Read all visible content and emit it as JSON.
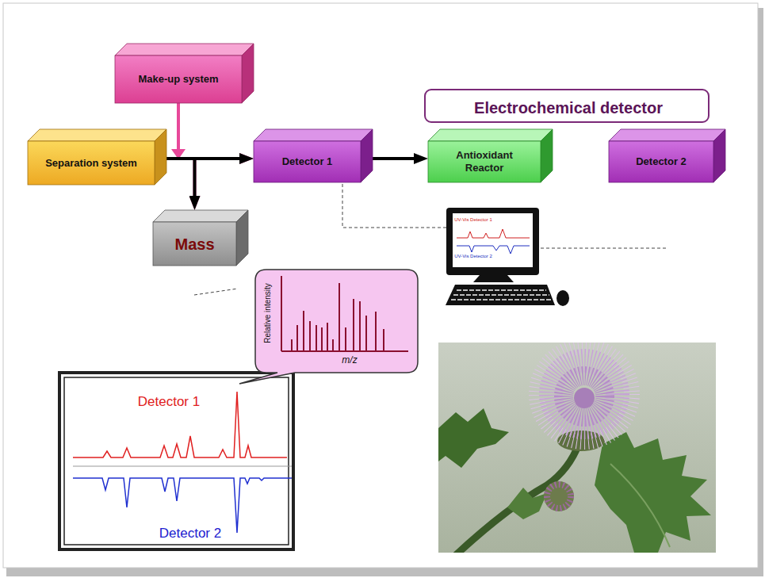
{
  "diagram": {
    "nodes": [
      {
        "text": [
          "Make-up system"
        ]
      },
      {
        "text": [
          "Electrochemical detector"
        ]
      },
      {
        "text": [
          "Separation system"
        ]
      },
      {
        "text": [
          "Detector 1"
        ]
      },
      {
        "text": [
          "Antioxidant Reactor"
        ]
      },
      {
        "text": [
          "Detector 2"
        ]
      },
      {
        "text": [
          "Mass"
        ]
      }
    ],
    "edges": [
      {
        "from": 0,
        "to": 3,
        "arrow": "to"
      },
      {
        "from": 0,
        "to": 6,
        "arrow": "to"
      },
      {
        "from": 2,
        "to": 3,
        "arrow": "to"
      },
      {
        "from": 2,
        "to": 6,
        "arrow": "to"
      },
      {
        "from": 3,
        "to": 4,
        "arrow": "to"
      }
    ],
    "labels": [
      "UV-Vis Detector 1",
      "UV-Vis Detector 2",
      "Relative intensity",
      "m/z",
      "Detector 1",
      "Detector 2"
    ]
  }
}
